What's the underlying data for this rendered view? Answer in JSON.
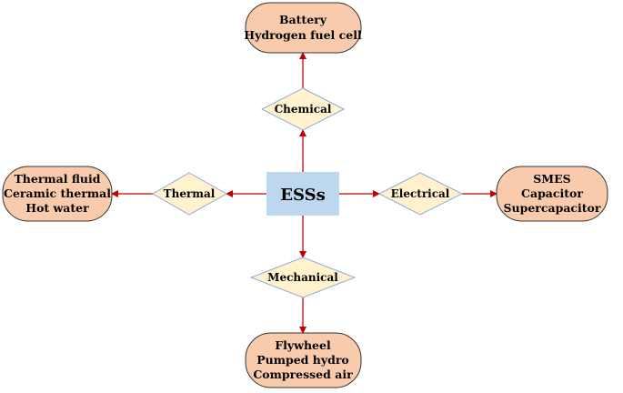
{
  "center": {
    "label": "ESSs"
  },
  "categories": {
    "chemical": "Chemical",
    "thermal": "Thermal",
    "electrical": "Electrical",
    "mechanical": "Mechanical"
  },
  "groups": {
    "chemical": [
      "Battery",
      "Hydrogen fuel cell"
    ],
    "thermal": [
      "Thermal fluid",
      "Ceramic thermal",
      "Hot water"
    ],
    "electrical": [
      "SMES",
      "Capacitor",
      "Supercapacitor"
    ],
    "mechanical": [
      "Flywheel",
      "Pumped hydro",
      "Compressed air"
    ]
  },
  "colors": {
    "box_fill": "#f8cbad",
    "box_stroke": "#333333",
    "diamond_fill": "#fff2cc",
    "diamond_stroke": "#8faadc",
    "center_fill": "#bdd7ee",
    "arrow": "#c00000"
  }
}
